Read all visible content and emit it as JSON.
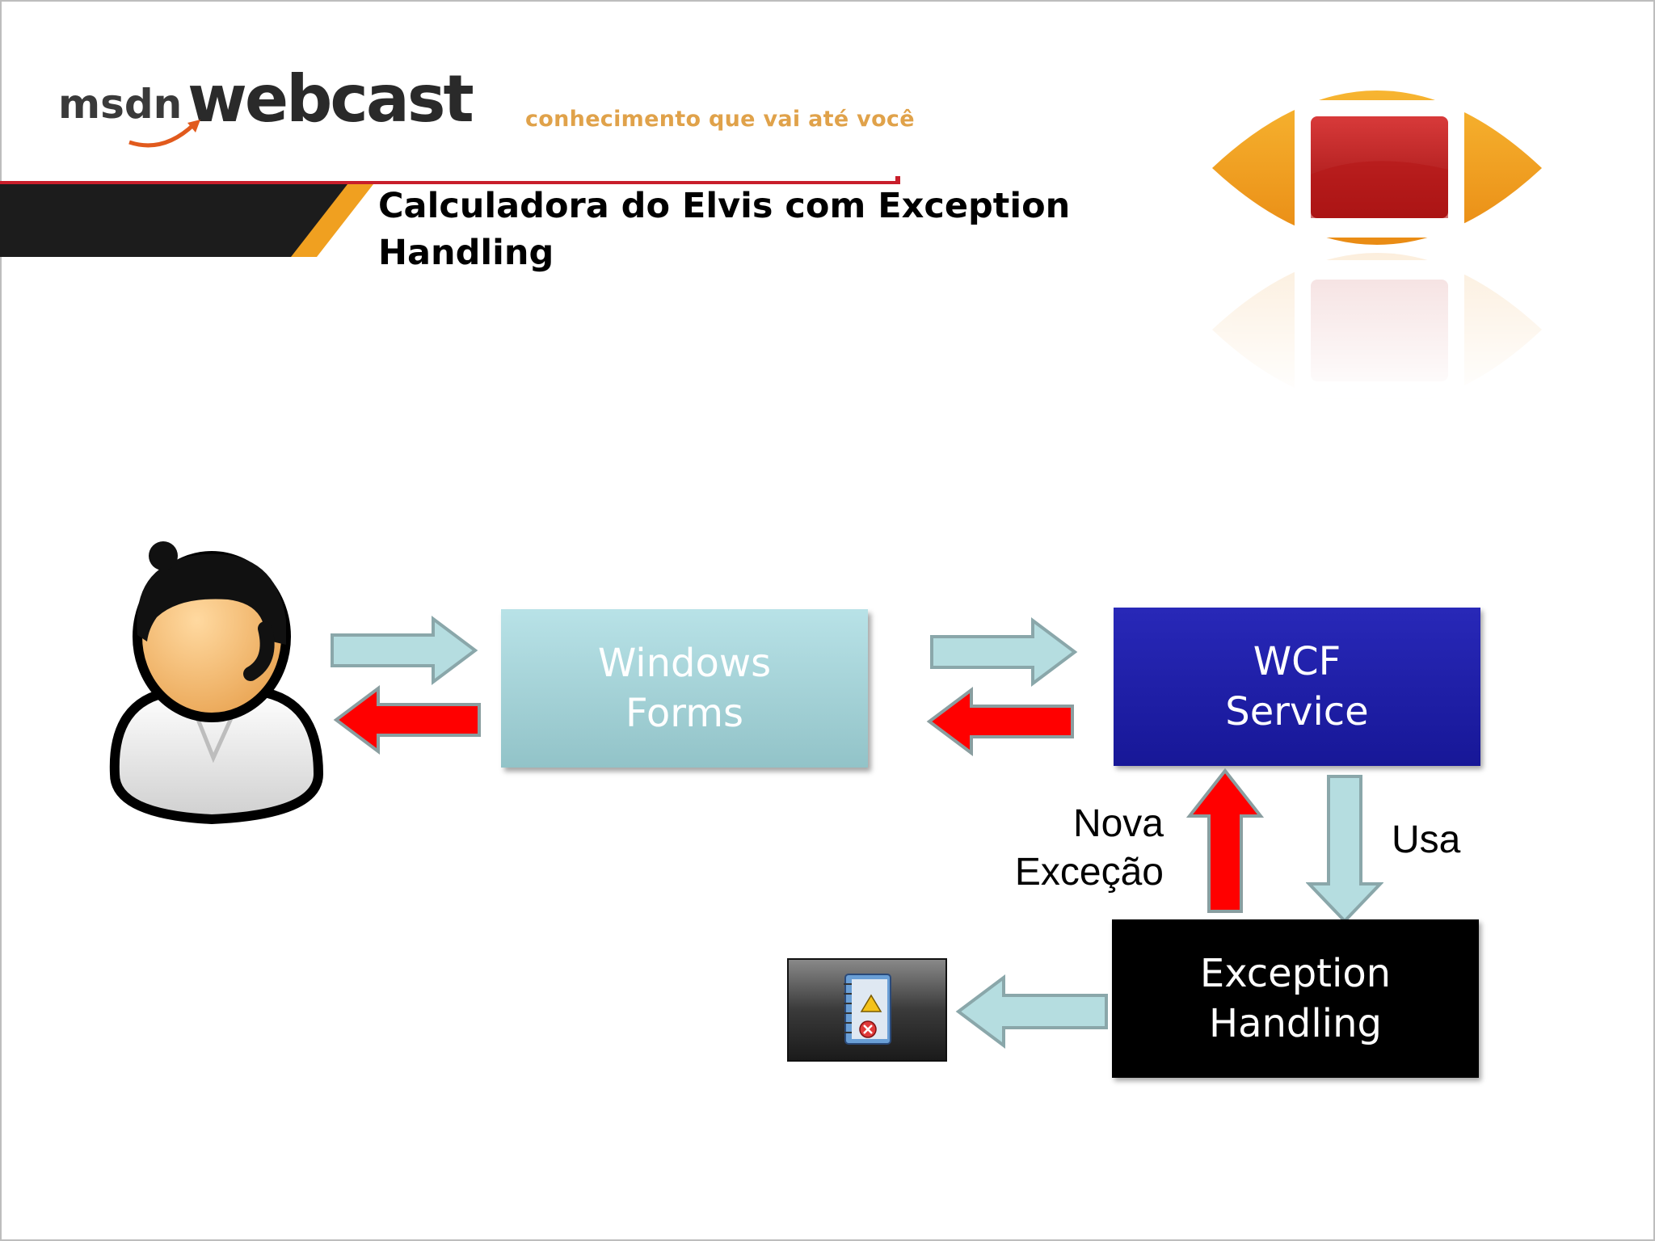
{
  "header": {
    "logo_text_msdn": "msdn",
    "logo_text_webcast": "webcast",
    "tagline": "conhecimento que vai até você",
    "title": "Calculadora do Elvis com Exception Handling"
  },
  "diagram": {
    "boxes": {
      "windows_forms": "Windows\nForms",
      "wcf_service": "WCF\nService",
      "exception_handling": "Exception\nHandling"
    },
    "labels": {
      "nova_excecao": "Nova\nExceção",
      "usa": "Usa"
    }
  },
  "colors": {
    "flow_arrow": "#b5dde0",
    "exception_arrow": "#ff0000",
    "forms_box": "#a8d7dc",
    "wcf_box": "#2020aa",
    "exception_box": "#000000",
    "accent_orange": "#f0a020",
    "accent_red": "#c81e2a"
  },
  "icons": {
    "user": "user-avatar-icon",
    "event_log": "event-log-icon",
    "brand": "eye-logo-icon"
  }
}
